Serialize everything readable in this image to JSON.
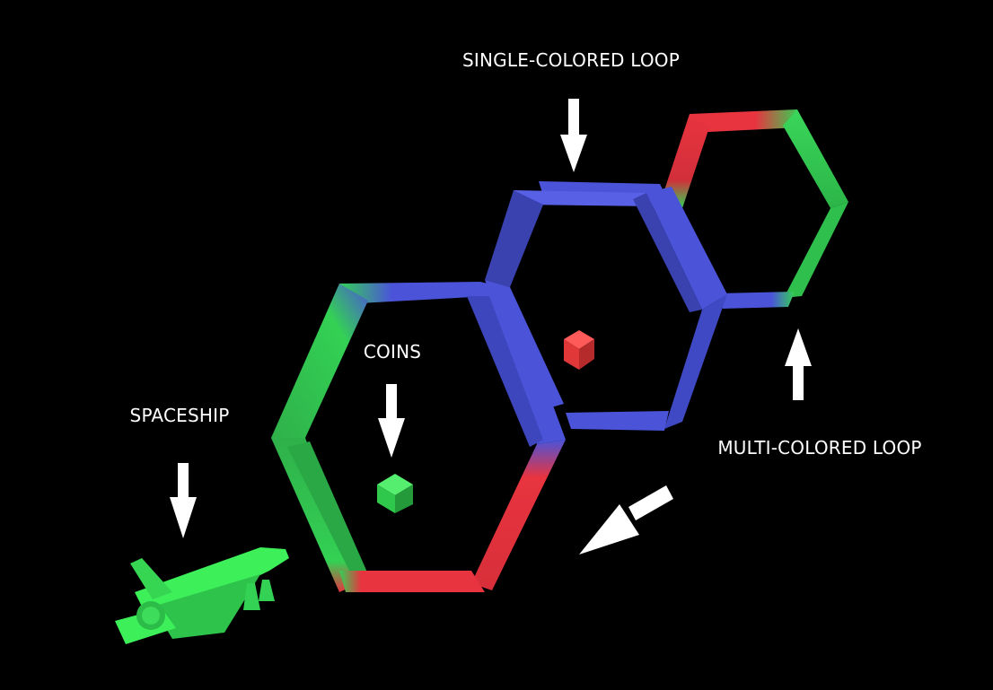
{
  "labels": {
    "single_loop": "SINGLE-COLORED LOOP",
    "coins": "COINS",
    "spaceship": "SPACESHIP",
    "multi_loop": "MULTI-COLORED LOOP"
  },
  "colors": {
    "background": "#000000",
    "red": "#e8343f",
    "green": "#33d154",
    "blue": "#4b54d9",
    "arrow": "#ffffff",
    "ship": "#3df05a"
  }
}
